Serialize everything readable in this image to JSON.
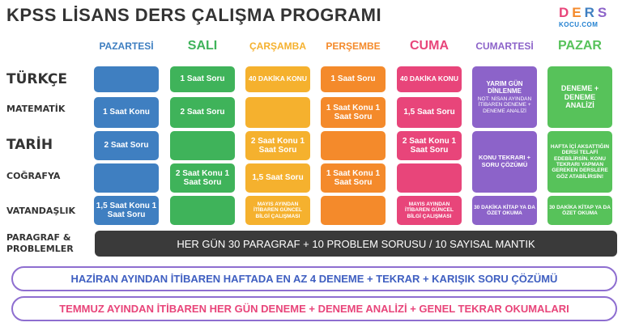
{
  "title": "KPSS LİSANS DERS ÇALIŞMA PROGRAMI",
  "logo": {
    "top": "DERS",
    "bottom": "KOCU.COM"
  },
  "days": [
    {
      "label": "PAZARTESİ",
      "color": "#3f7fc1"
    },
    {
      "label": "SALI",
      "color": "#3fb35a"
    },
    {
      "label": "ÇARŞAMBA",
      "color": "#f5b12e"
    },
    {
      "label": "PERŞEMBE",
      "color": "#f48a2b"
    },
    {
      "label": "CUMA",
      "color": "#e8457a"
    },
    {
      "label": "CUMARTESİ",
      "color": "#8c63c9"
    },
    {
      "label": "PAZAR",
      "color": "#57c25a"
    }
  ],
  "subjects": [
    "TÜRKÇE",
    "MATEMATİK",
    "TARİH",
    "COĞRAFYA",
    "VATANDAŞLIK",
    "PARAGRAF & PROBLEMLER"
  ],
  "cells": {
    "mon_tur": "",
    "mon_mat": "1 Saat Konu",
    "mon_tar": "2 Saat Soru",
    "mon_cog": "",
    "mon_vat": "1,5 Saat Konu 1 Saat Soru",
    "tue_tur": "1 Saat Soru",
    "tue_mat": "2 Saat Soru",
    "tue_tar": "",
    "tue_cog": "2 Saat Konu 1 Saat Soru",
    "tue_vat": "",
    "wed_tur": "40 DAKİKA KONU",
    "wed_mat": "",
    "wed_tar": "2 Saat Konu 1 Saat Soru",
    "wed_cog": "1,5 Saat Soru",
    "wed_vat": "MAYIS AYINDAN İTİBAREN GÜNCEL BİLGİ ÇALIŞMASI",
    "thu_tur": "1 Saat Soru",
    "thu_mat": "1 Saat Konu 1 Saat Soru",
    "thu_tar": "",
    "thu_cog": "1 Saat Konu 1 Saat Soru",
    "thu_vat": "",
    "fri_tur": "40 DAKİKA KONU",
    "fri_mat": "1,5 Saat Soru",
    "fri_tar": "2 Saat Konu 1 Saat Soru",
    "fri_cog": "",
    "fri_vat": "MAYIS AYINDAN İTİBAREN GÜNCEL BİLGİ ÇALIŞMASI",
    "sat_a": "YARIM GÜN DİNLENME",
    "sat_a2": "NOT: NİSAN AYINDAN İTİBAREN DENEME + DENEME ANALİZİ",
    "sat_b": "KONU TEKRARI + SORU ÇÖZÜMÜ",
    "sat_c": "30 DAKİKA KİTAP YA DA ÖZET OKUMA",
    "sun_a": "DENEME + DENEME ANALİZİ",
    "sun_b": "HAFTA İÇİ AKSATTIĞIN DERSİ TELAFİ EDEBİLİRSİN. KONU TEKRARI YAPMAN GEREKEN DERSLERE GÖZ ATABİLİRSİN!",
    "sun_c": "30 DAKİKA KİTAP YA DA ÖZET OKUMA"
  },
  "daily_bar": "HER GÜN 30 PARAGRAF + 10 PROBLEM SORUSU / 10 SAYISAL MANTIK",
  "notes": [
    {
      "text": "HAZİRAN AYINDAN İTİBAREN HAFTADA EN AZ 4 DENEME + TEKRAR + KARIŞIK SORU ÇÖZÜMÜ",
      "color": "#3f5fc1"
    },
    {
      "text": "TEMMUZ AYINDAN İTİBAREN HER GÜN DENEME + DENEME ANALİZİ + GENEL TEKRAR OKUMALARI",
      "color": "#e8457a"
    }
  ]
}
